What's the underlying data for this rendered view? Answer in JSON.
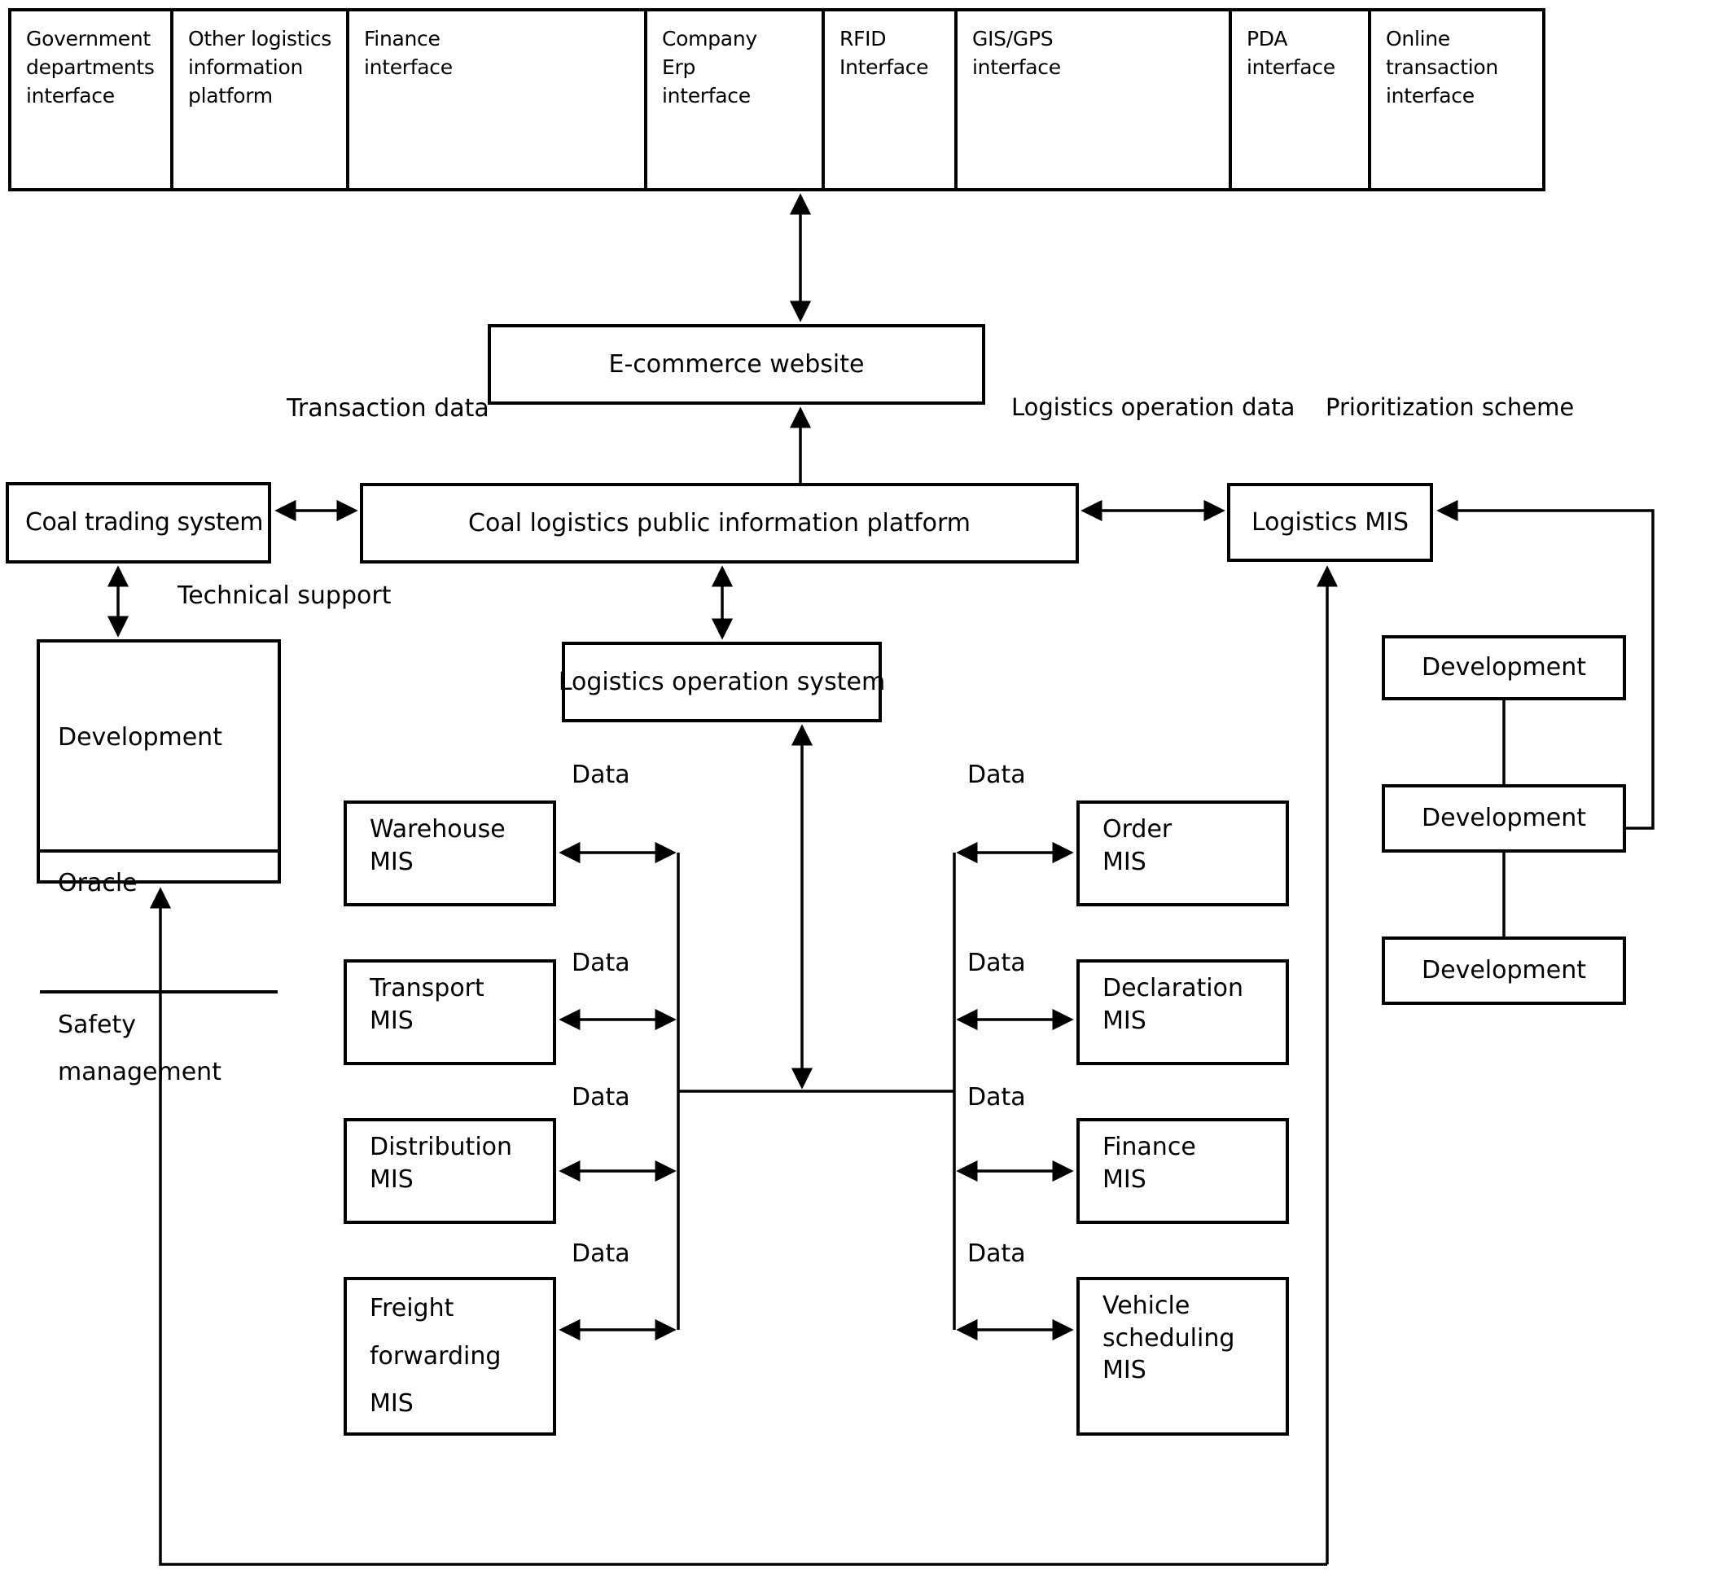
{
  "diagram": {
    "top_interfaces": [
      "Government\ndepartments\ninterface",
      "Other logistics\ninformation\nplatform",
      "Finance\ninterface",
      "Company\nErp\ninterface",
      "RFID\nInterface",
      "GIS/GPS\ninterface",
      "PDA\ninterface",
      "Online\ntransaction\ninterface"
    ],
    "nodes": {
      "ecommerce": "E-commerce website",
      "coal_trading": "Coal trading system",
      "platform": "Coal logistics public information platform",
      "logistics_mis": "Logistics MIS",
      "logistics_operation": "Logistics operation system",
      "left_stack": {
        "development": "Development",
        "oracle": "Oracle",
        "safety": "Safety\nmanagement"
      },
      "left_mis": [
        "Warehouse\nMIS",
        "Transport\nMIS",
        "Distribution\nMIS",
        "Freight\nforwarding\nMIS"
      ],
      "right_mis": [
        "Order\nMIS",
        "Declaration\nMIS",
        "Finance\nMIS",
        "Vehicle\nscheduling\nMIS"
      ],
      "right_stack": [
        "Development",
        "Development",
        "Development"
      ]
    },
    "annotations": {
      "transaction_data": "Transaction data",
      "logistics_operation_data": "Logistics operation data",
      "prioritization_scheme": "Prioritization scheme",
      "technical_support": "Technical support",
      "data": "Data"
    },
    "colors": {
      "line": "#000000",
      "text": "#000000",
      "background": "#ffffff"
    }
  }
}
